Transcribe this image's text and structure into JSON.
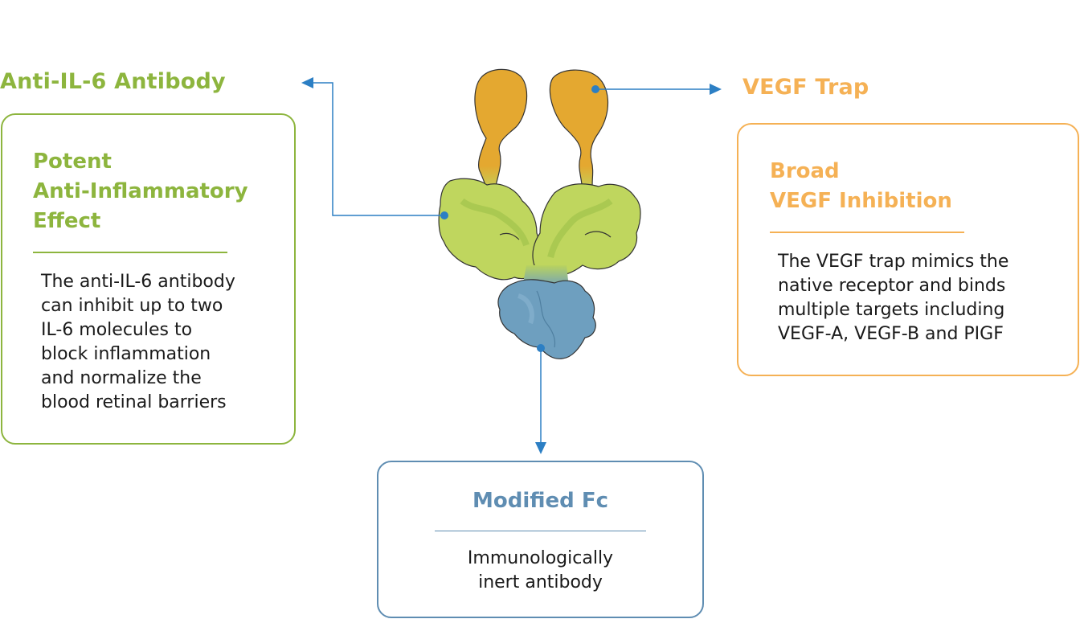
{
  "colors": {
    "il6": "#8db53e",
    "vegf": "#f5b155",
    "fc": "#5f8db2",
    "connector": "#2c7fc4"
  },
  "il6": {
    "label": "Anti-IL-6 Antibody",
    "card": {
      "title_lines": [
        "Potent",
        "Anti-Inflammatory",
        "Effect"
      ],
      "body_lines": [
        "The anti-IL-6 antibody",
        "can inhibit up to two",
        "IL-6 molecules to",
        "block inflammation",
        "and normalize the",
        "blood retinal barriers"
      ]
    }
  },
  "vegf": {
    "label": "VEGF Trap",
    "card": {
      "title_lines": [
        "Broad",
        "VEGF Inhibition"
      ],
      "body_lines": [
        "The VEGF trap mimics the",
        "native receptor and binds",
        "multiple targets including",
        "VEGF-A, VEGF-B and PIGF"
      ]
    }
  },
  "fc": {
    "card": {
      "title_lines": [
        "Modified Fc"
      ],
      "body_lines": [
        "Immunologically",
        "inert antibody"
      ]
    }
  }
}
